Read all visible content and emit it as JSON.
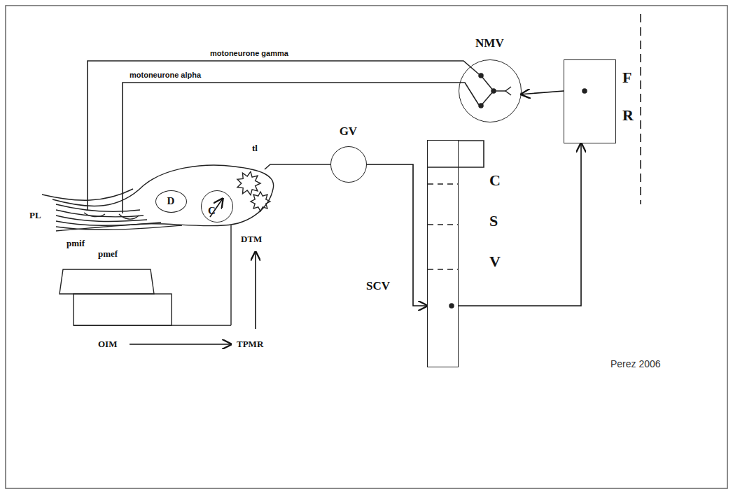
{
  "diagram": {
    "nodes": [
      {
        "text": [
          "NMV"
        ]
      },
      {
        "text": [
          "F",
          "R"
        ]
      },
      {
        "text": [
          "GV"
        ]
      },
      {
        "text": [
          "C",
          "S",
          "V",
          "SCV"
        ]
      },
      {
        "text": [
          "D"
        ]
      },
      {
        "text": [
          "C"
        ]
      }
    ],
    "edges": [
      {
        "from": 2,
        "to": 3,
        "arrow": "to"
      },
      {
        "from": 3,
        "to": 1,
        "arrow": "to"
      },
      {
        "from": 1,
        "to": 0,
        "arrow": "to"
      }
    ],
    "labels": [
      "motoneurone gamma",
      "motoneurone alpha",
      "tl",
      "PL",
      "pmif",
      "pmef",
      "DTM",
      "OIM",
      "TPMR",
      "Perez 2006"
    ]
  }
}
